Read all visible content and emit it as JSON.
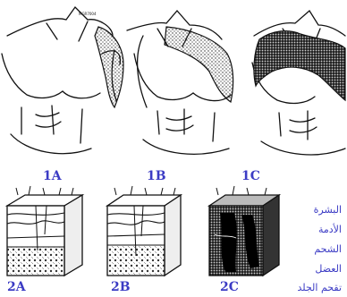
{
  "image_text": {
    "tiny_print": "MGR7004"
  },
  "labels": {
    "torso_1a": "1A",
    "torso_1b": "1B",
    "torso_1c": "1C",
    "block_2a": "2A",
    "block_2b": "2B",
    "block_2c": "2C"
  },
  "layer_legend": {
    "items": [
      "البشرة",
      "الأدمة",
      "الشحم",
      "العضل",
      "تقحم الجلد"
    ]
  },
  "colors": {
    "label_text": "#3b3bc4",
    "line_art": "#111111"
  }
}
